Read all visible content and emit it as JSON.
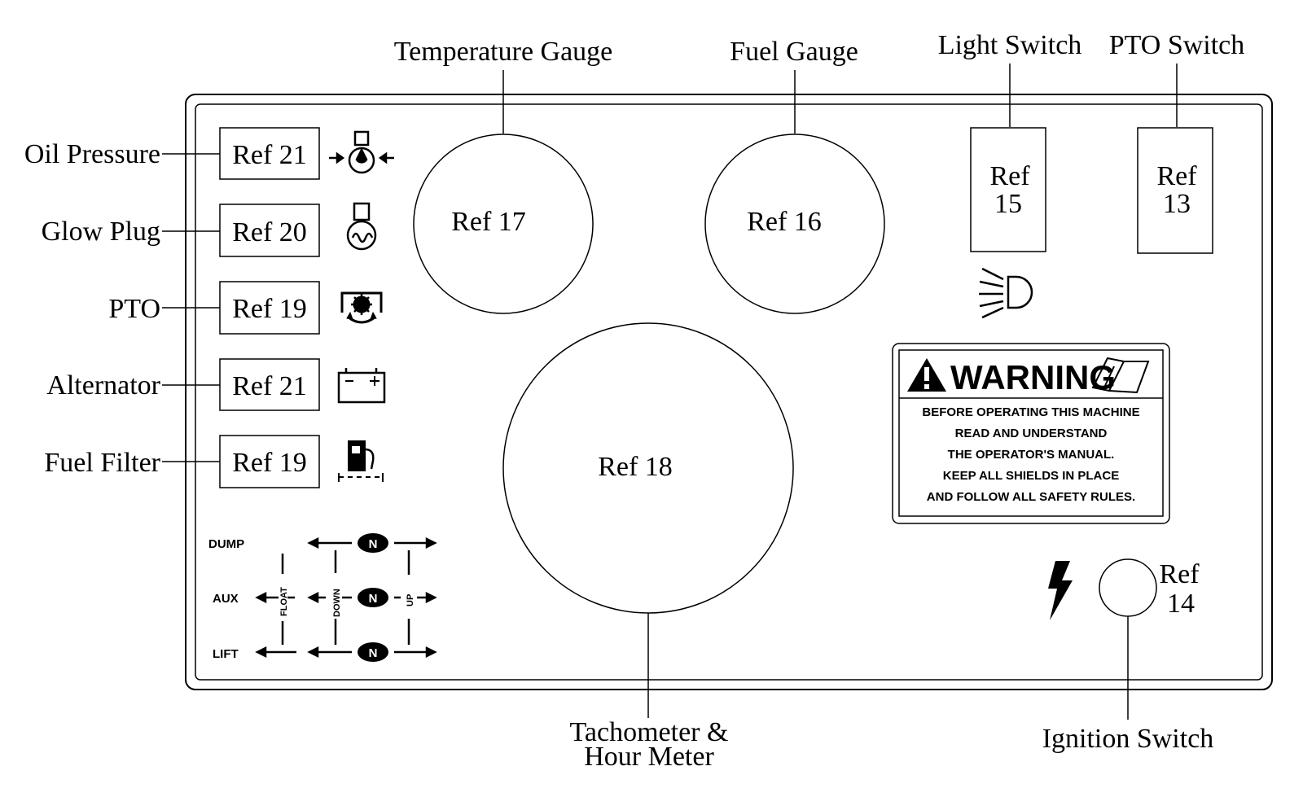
{
  "callouts": {
    "temperature_gauge": "Temperature Gauge",
    "fuel_gauge": "Fuel Gauge",
    "light_switch": "Light Switch",
    "pto_switch": "PTO Switch",
    "oil_pressure": "Oil Pressure",
    "glow_plug": "Glow Plug",
    "pto": "PTO",
    "alternator": "Alternator",
    "fuel_filter": "Fuel Filter",
    "tachometer_line1": "Tachometer &",
    "tachometer_line2": "Hour Meter",
    "ignition_switch": "Ignition Switch"
  },
  "indicators": [
    {
      "ref": "Ref 21",
      "icon": "oil-pressure-icon"
    },
    {
      "ref": "Ref 20",
      "icon": "glow-plug-icon"
    },
    {
      "ref": "Ref 19",
      "icon": "pto-icon"
    },
    {
      "ref": "Ref 21",
      "icon": "battery-icon"
    },
    {
      "ref": "Ref 19",
      "icon": "fuel-pump-icon"
    }
  ],
  "gauges": {
    "temperature_ref": "Ref 17",
    "fuel_ref": "Ref 16",
    "tachometer_ref": "Ref 18"
  },
  "switches": {
    "light_ref_line1": "Ref",
    "light_ref_line2": "15",
    "pto_ref_line1": "Ref",
    "pto_ref_line2": "13",
    "ignition_ref_line1": "Ref",
    "ignition_ref_line2": "14"
  },
  "warning": {
    "title": "WARNING",
    "lines": [
      "BEFORE OPERATING THIS MACHINE",
      "READ AND UNDERSTAND",
      "THE OPERATOR'S MANUAL.",
      "KEEP ALL SHIELDS IN PLACE",
      "AND FOLLOW ALL SAFETY RULES."
    ]
  },
  "hydraulic_labels": {
    "dump": "DUMP",
    "aux": "AUX",
    "lift": "LIFT",
    "float": "FLOAT",
    "down": "DOWN",
    "up": "UP",
    "neutral": "N"
  },
  "icons": [
    "oil-pressure-icon",
    "glow-plug-icon",
    "pto-icon",
    "battery-icon",
    "fuel-pump-icon",
    "headlight-icon",
    "lightning-icon",
    "warning-triangle-icon",
    "manual-book-icon"
  ],
  "colors": {
    "line": "#000000",
    "background": "#ffffff"
  }
}
